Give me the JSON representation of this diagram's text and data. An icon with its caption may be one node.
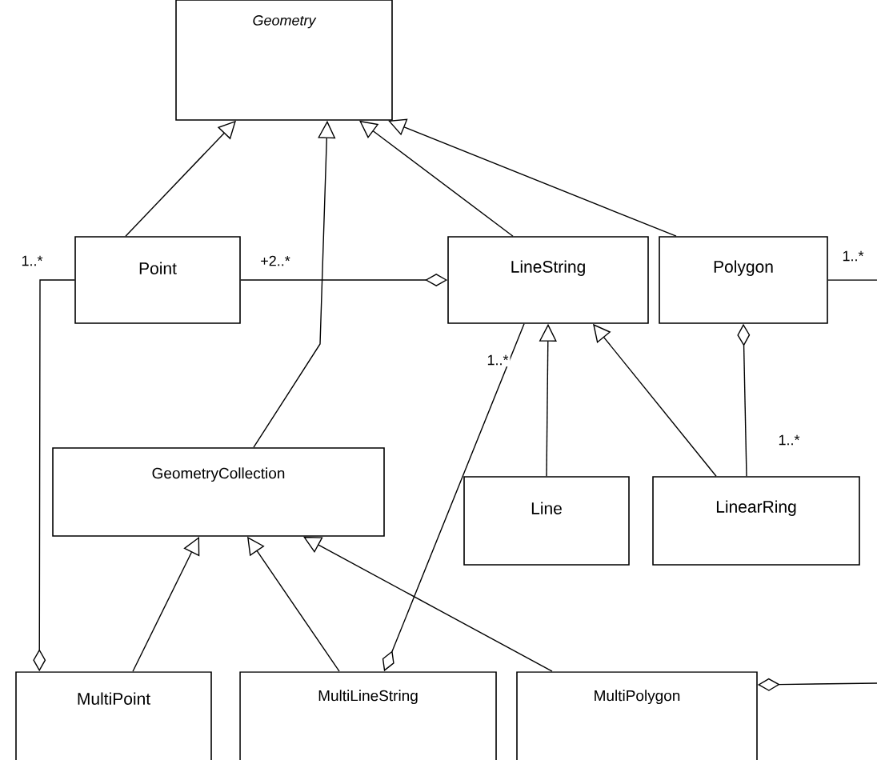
{
  "diagram": {
    "nodes": [
      {
        "text": [
          "Geometry"
        ]
      },
      {
        "text": [
          "Point"
        ]
      },
      {
        "text": [
          "LineString"
        ]
      },
      {
        "text": [
          "Polygon"
        ]
      },
      {
        "text": [
          "GeometryCollection"
        ]
      },
      {
        "text": [
          "Line"
        ]
      },
      {
        "text": [
          "LinearRing"
        ]
      },
      {
        "text": [
          "MultiPoint"
        ]
      },
      {
        "text": [
          "MultiLineString"
        ]
      },
      {
        "text": [
          "MultiPolygon"
        ]
      }
    ],
    "edges": [
      {
        "from": 1,
        "to": 0,
        "arrow": "to"
      },
      {
        "from": 2,
        "to": 0,
        "arrow": "to"
      },
      {
        "from": 3,
        "to": 0,
        "arrow": "to"
      },
      {
        "from": 4,
        "to": 0,
        "arrow": "to"
      },
      {
        "from": 1,
        "to": 2,
        "arrow": "other",
        "label": "+2..*"
      },
      {
        "from": 1,
        "to": 7,
        "arrow": "other",
        "label": "1..*"
      },
      {
        "from": 2,
        "to": 8,
        "arrow": "other",
        "label": "1..*"
      },
      {
        "from": 5,
        "to": 2,
        "arrow": "to"
      },
      {
        "from": 6,
        "to": 2,
        "arrow": "to"
      },
      {
        "from": 6,
        "to": 3,
        "arrow": "other",
        "label": "1..*"
      },
      {
        "from": 3,
        "to": null,
        "arrow": "none",
        "label": "1..*"
      },
      {
        "from": null,
        "to": 9,
        "arrow": "other"
      },
      {
        "from": 7,
        "to": 4,
        "arrow": "to"
      },
      {
        "from": 8,
        "to": 4,
        "arrow": "to"
      },
      {
        "from": 9,
        "to": 4,
        "arrow": "to"
      }
    ]
  }
}
